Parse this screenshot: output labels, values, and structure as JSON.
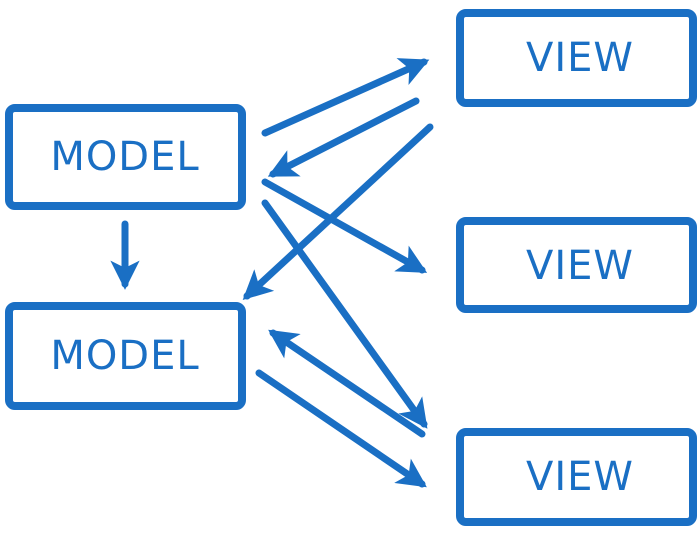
{
  "style": {
    "stroke_color": "#1a6fc4"
  },
  "nodes": [
    {
      "id": "model-1",
      "label": "MODEL"
    },
    {
      "id": "model-2",
      "label": "MODEL"
    },
    {
      "id": "view-1",
      "label": "VIEW"
    },
    {
      "id": "view-2",
      "label": "VIEW"
    },
    {
      "id": "view-3",
      "label": "VIEW"
    }
  ],
  "edges": [
    {
      "from": "model-1",
      "to": "model-2"
    },
    {
      "from": "model-1",
      "to": "view-1"
    },
    {
      "from": "view-1",
      "to": "model-1"
    },
    {
      "from": "model-1",
      "to": "view-2"
    },
    {
      "from": "model-1",
      "to": "view-3"
    },
    {
      "from": "view-1",
      "to": "model-2"
    },
    {
      "from": "view-3",
      "to": "model-2"
    },
    {
      "from": "model-2",
      "to": "view-3"
    }
  ]
}
